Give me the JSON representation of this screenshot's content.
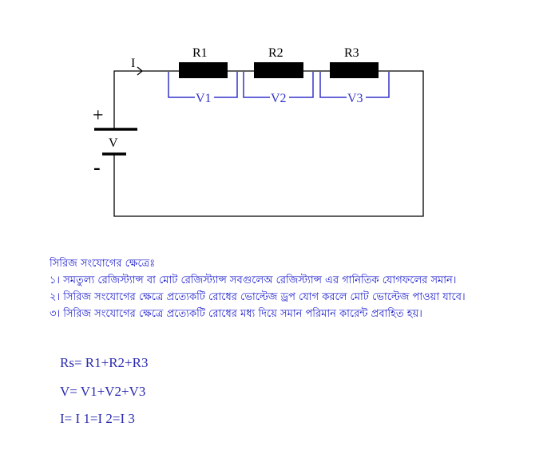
{
  "circuit": {
    "current_label": "I",
    "battery_label": "V",
    "plus_sign": "+",
    "minus_sign": "-",
    "resistors": [
      {
        "label": "R1",
        "voltage": "V1"
      },
      {
        "label": "R2",
        "voltage": "V2"
      },
      {
        "label": "R3",
        "voltage": "V3"
      }
    ]
  },
  "notes": {
    "heading": "সিরিজ সংযোগের ক্ষেত্রেঃ",
    "items": [
      "১। সমতুল্য রেজিস্ট্যান্স বা মোট রেজিস্ট্যান্স সবগুলেঅ রেজিস্ট্যান্স এর গানিতিক যোগফলের সমান।",
      "২। সিরিজ সংযোগের ক্ষেত্রে প্রত্যেকটি রোধের ভোল্টেজ ড্রপ যোগ করলে মোট ভোল্টেজ পাওয়া যাবে।",
      "৩। সিরিজ সংযোগের ক্ষেত্রে প্রত্যেকটি রোধের মধ্য দিয়ে সমান পরিমান কারেন্ট প্রবাহিত হয়।"
    ]
  },
  "formulas": [
    "Rs= R1+R2+R3",
    "V= V1+V2+V3",
    "I= I 1=I 2=I 3"
  ],
  "colors": {
    "wire": "#000000",
    "voltage": "#3333cc",
    "text": "#1a1acc"
  }
}
